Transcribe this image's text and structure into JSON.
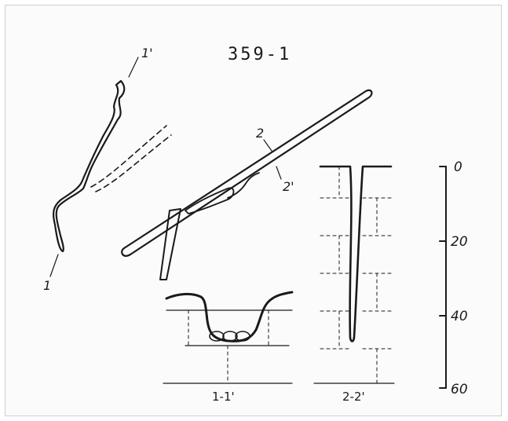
{
  "title": "359-1",
  "labels": {
    "p1": "1",
    "p1_prime": "1'",
    "p2": "2",
    "p2_prime": "2'"
  },
  "sections": {
    "left": "1-1'",
    "right": "2-2'"
  },
  "scale": {
    "ticks": [
      "0",
      "20",
      "40",
      "60"
    ]
  },
  "colors": {
    "ink": "#1a1a1a",
    "border": "#cfcfcf"
  }
}
